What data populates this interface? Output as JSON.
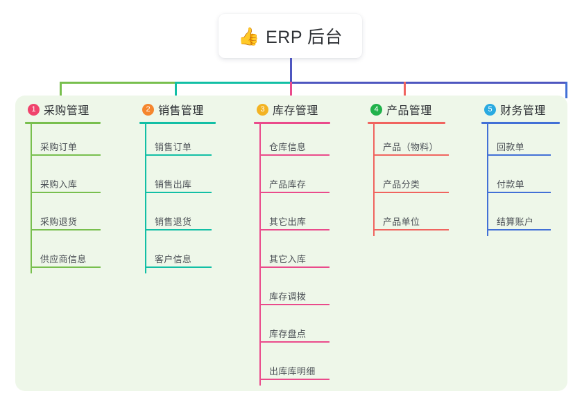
{
  "root": {
    "icon": "thumbs-up-icon",
    "emoji": "👍",
    "title": "ERP 后台"
  },
  "palette": {
    "panel_bg": "#eef7e9",
    "root_line": "#4e56c0",
    "page_bg": "#ffffff"
  },
  "columns": [
    {
      "index": "1",
      "title": "采购管理",
      "color": "#78bf4e",
      "badge_color": "#f0436c",
      "items": [
        "采购订单",
        "采购入库",
        "采购退货",
        "供应商信息"
      ]
    },
    {
      "index": "2",
      "title": "销售管理",
      "color": "#12bfa5",
      "badge_color": "#f5862e",
      "items": [
        "销售订单",
        "销售出库",
        "销售退货",
        "客户信息"
      ]
    },
    {
      "index": "3",
      "title": "库存管理",
      "color": "#ea4b8b",
      "badge_color": "#f3b323",
      "items": [
        "仓库信息",
        "产品库存",
        "其它出库",
        "其它入库",
        "库存调拨",
        "库存盘点",
        "出库库明细"
      ]
    },
    {
      "index": "4",
      "title": "产品管理",
      "color": "#f0645f",
      "badge_color": "#21b24b",
      "items": [
        "产品（物料）",
        "产品分类",
        "产品单位"
      ]
    },
    {
      "index": "5",
      "title": "财务管理",
      "color": "#4270d6",
      "badge_color": "#29aae1",
      "items": [
        "回款单",
        "付款单",
        "结算账户"
      ]
    }
  ]
}
